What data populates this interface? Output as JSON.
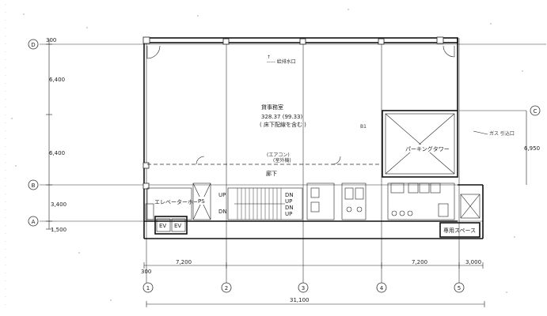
{
  "grid_axes": {
    "vertical": [
      "1",
      "2",
      "3",
      "4",
      "5"
    ],
    "horizontal": [
      "D",
      "C",
      "B",
      "A"
    ]
  },
  "dimensions": {
    "left_side": [
      "300",
      "6,400",
      "6,400",
      "3,400",
      "1,500"
    ],
    "right_side": "6,950",
    "bottom_top_row": [
      "300",
      "7,200",
      "7,200",
      "3,000"
    ],
    "bottom_total": "31,100"
  },
  "rooms": {
    "main_office": {
      "name": "貸事務室",
      "area": "328.37 (99.33)",
      "note": "( 床下配線を含む )"
    },
    "parking": "パーキングタワー",
    "corridor": "廊下",
    "elevator_hall": "エレベーターホール",
    "ps": "PS",
    "ev": [
      "EV",
      "EV"
    ],
    "stairs": {
      "up_left": "UP",
      "dn_left": "DN",
      "dn_right": "DN",
      "up_right": "UP",
      "dn_right_lower": "DN",
      "up_right_lower": "UP"
    },
    "dedicated_space": "専用スペース"
  },
  "handwritten": {
    "note_top": "----- 給排水口",
    "note_right": "ガス 引込口",
    "note_mid": "(エアコン)",
    "note_mid2": "(室外機)",
    "tag_small": "B1"
  }
}
